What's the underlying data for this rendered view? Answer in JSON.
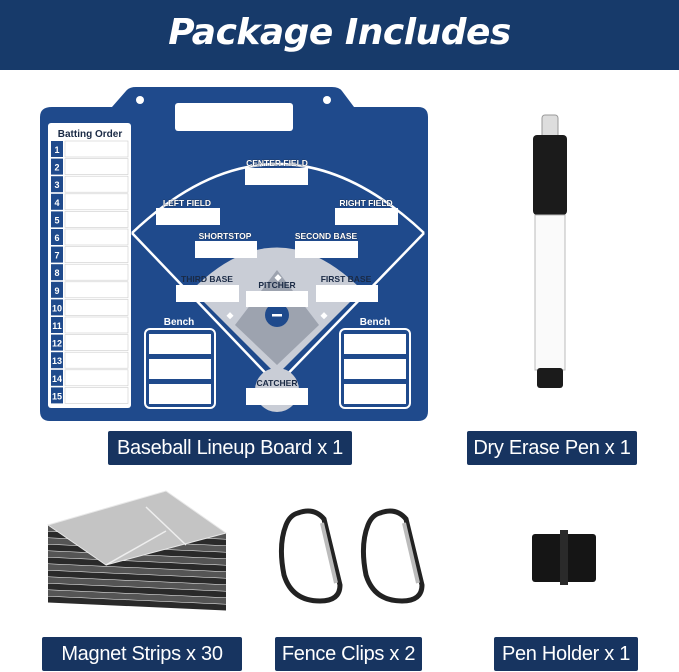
{
  "header": {
    "title": "Package Includes"
  },
  "board": {
    "batting_order_title": "Batting Order",
    "batting_numbers": [
      "1",
      "2",
      "3",
      "4",
      "5",
      "6",
      "7",
      "8",
      "9",
      "10",
      "11",
      "12",
      "13",
      "14",
      "15"
    ],
    "positions": {
      "center_field": "CENTER FIELD",
      "left_field": "LEFT FIELD",
      "right_field": "RIGHT FIELD",
      "shortstop": "SHORTSTOP",
      "second_base": "SECOND BASE",
      "third_base": "THIRD BASE",
      "pitcher": "PITCHER",
      "first_base": "FIRST BASE",
      "catcher": "CATCHER"
    },
    "bench_left": "Bench",
    "bench_right": "Bench",
    "colors": {
      "board": "#1f4a8c",
      "infield": "#c9cdd6",
      "header": "#173a6a"
    }
  },
  "items": {
    "board_label": "Baseball Lineup Board x 1",
    "pen_label": "Dry Erase Pen x 1",
    "magnets_label": "Magnet Strips x 30",
    "clips_label": "Fence Clips x 2",
    "holder_label": "Pen Holder x 1"
  }
}
